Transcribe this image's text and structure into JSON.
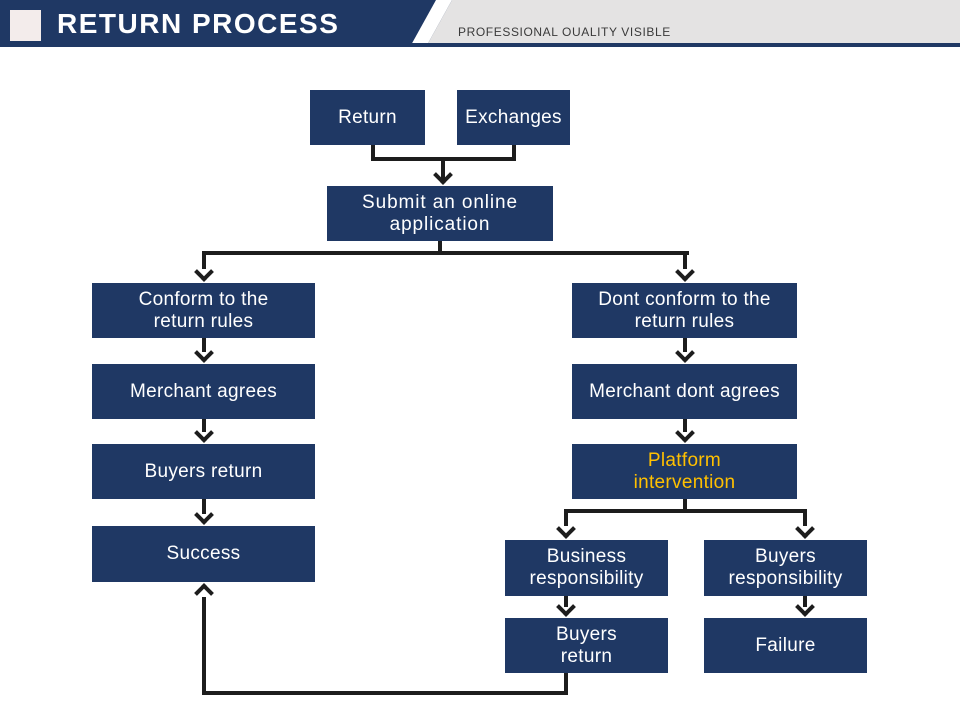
{
  "header": {
    "title": "RETURN PROCESS",
    "tagline": "PROFESSIONAL OUALITY VISIBLE"
  },
  "colors": {
    "navy": "#1F3864",
    "band_gray": "#E4E3E3",
    "accent_square": "#F3ECEB",
    "highlight_yellow": "#FFC000",
    "connector_black": "#1D1D1D",
    "box_text": "#FFFFFF"
  },
  "flowchart": {
    "nodes": [
      {
        "id": "return",
        "label": "Return"
      },
      {
        "id": "exchanges",
        "label": "Exchanges"
      },
      {
        "id": "submit-application",
        "label": "Submit an online\napplication"
      },
      {
        "id": "conform-rules",
        "label": "Conform to the\nreturn rules"
      },
      {
        "id": "merchant-agrees",
        "label": "Merchant agrees"
      },
      {
        "id": "buyers-return-left",
        "label": "Buyers return"
      },
      {
        "id": "success",
        "label": "Success"
      },
      {
        "id": "dont-conform-rules",
        "label": "Dont conform to the\nreturn rules"
      },
      {
        "id": "merchant-dont-agrees",
        "label": "Merchant dont agrees"
      },
      {
        "id": "platform-intervention",
        "label": "Platform\nintervention"
      },
      {
        "id": "business-responsibility",
        "label": "Business\nresponsibility"
      },
      {
        "id": "buyers-responsibility",
        "label": "Buyers\nresponsibility"
      },
      {
        "id": "buyers-return-bottom",
        "label": "Buyers\nreturn"
      },
      {
        "id": "failure",
        "label": "Failure"
      }
    ]
  }
}
